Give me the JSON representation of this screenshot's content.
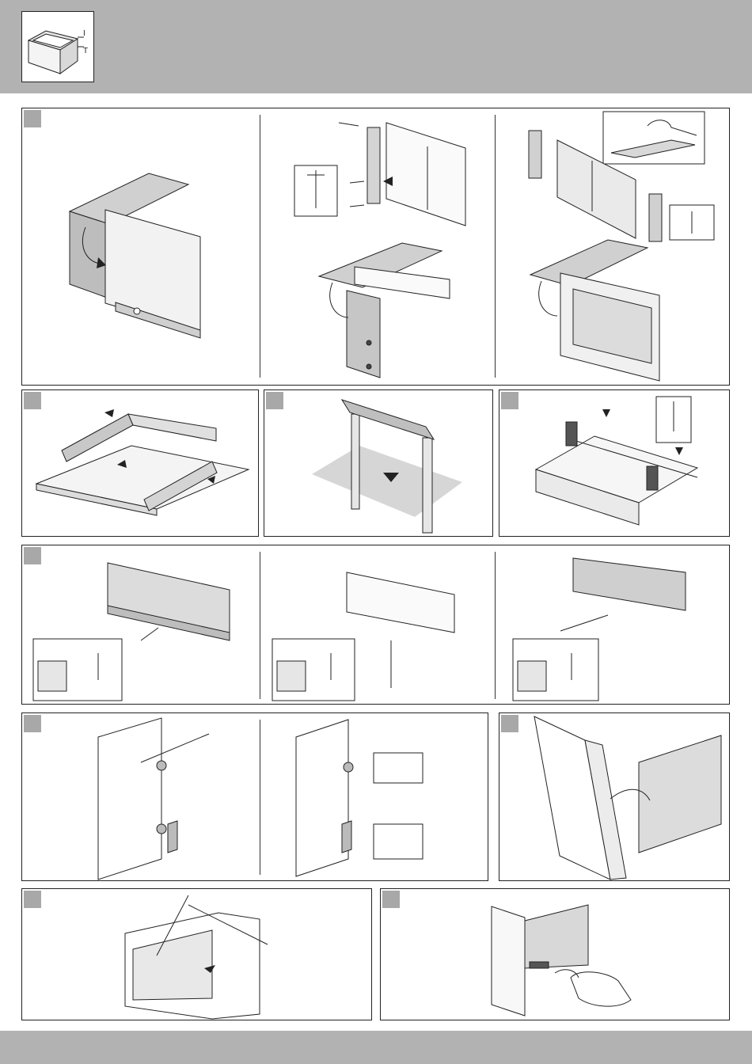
{
  "header": {
    "thumbnail_labels": [
      "I",
      "T"
    ]
  },
  "colors": {
    "band": "#b2b2b2",
    "step_badge": "#a8a8a8",
    "line": "#222222"
  },
  "panels": [
    {
      "id": "panel-1",
      "subframes": 3
    },
    {
      "id": "panel-2",
      "subframes": 1
    },
    {
      "id": "panel-3",
      "subframes": 1
    },
    {
      "id": "panel-4",
      "subframes": 1
    },
    {
      "id": "panel-5",
      "subframes": 3
    },
    {
      "id": "panel-6",
      "subframes": 2
    },
    {
      "id": "panel-7",
      "subframes": 1
    },
    {
      "id": "panel-8",
      "subframes": 1
    },
    {
      "id": "panel-9",
      "subframes": 1
    }
  ]
}
